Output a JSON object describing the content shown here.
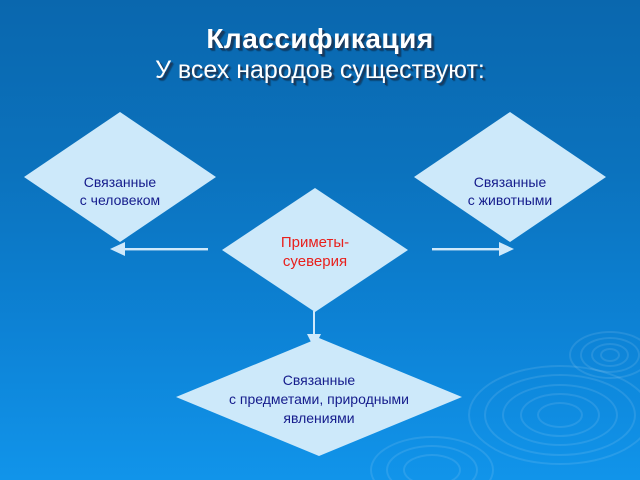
{
  "slide": {
    "title": {
      "main": "Классификация",
      "sub": "У всех народов существуют:"
    },
    "background": {
      "gradient_top": "#0a67ae",
      "gradient_bottom": "#1194ea",
      "decoration": "water-ripple-circles"
    },
    "diagram": {
      "center_node": {
        "label": "Приметы-\nсуеверия",
        "text_color": "#e8201c",
        "fill_color": "#cde9fa",
        "shape": "diamond"
      },
      "nodes": [
        {
          "id": "human",
          "label": "Связанные\nс человеком",
          "text_color": "#151c8c",
          "fill_color": "#cde9fa",
          "shape": "diamond"
        },
        {
          "id": "animals",
          "label": "Связанные\nс животными",
          "text_color": "#151c8c",
          "fill_color": "#cde9fa",
          "shape": "diamond"
        },
        {
          "id": "objects",
          "label": "Связанные\nс предметами, природными\nявлениями",
          "text_color": "#151c8c",
          "fill_color": "#cde9fa",
          "shape": "diamond"
        }
      ],
      "connectors": [
        {
          "id": "center-to-human",
          "direction": "left",
          "arrow": "◀",
          "color": "#cfe9fb"
        },
        {
          "id": "center-to-animals",
          "direction": "right",
          "arrow": "▶",
          "color": "#cfe9fb"
        },
        {
          "id": "center-to-objects",
          "direction": "down",
          "arrow": "▼",
          "color": "#cfe9fb"
        }
      ]
    }
  }
}
